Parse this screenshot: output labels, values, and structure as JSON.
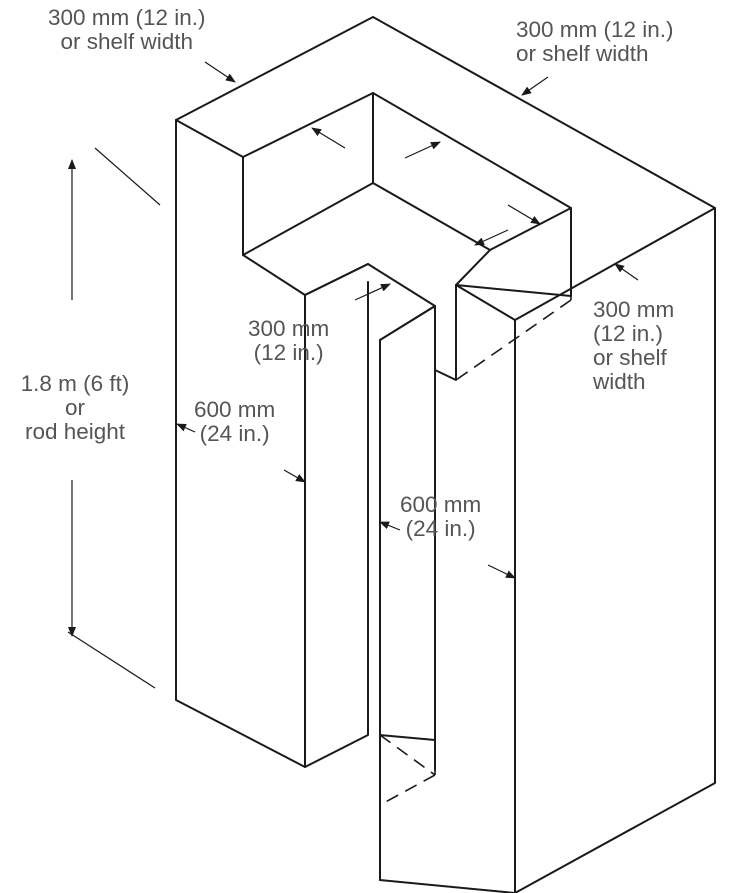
{
  "labels": {
    "top_left_width": [
      "300 mm (12 in.)",
      "or shelf width"
    ],
    "top_right_width": [
      "300 mm (12 in.)",
      "or shelf width"
    ],
    "right_depth": [
      "300 mm",
      "(12 in.)",
      "or shelf",
      "width"
    ],
    "inner_depth": [
      "300 mm",
      "(12 in.)"
    ],
    "height": [
      "1.8 m (6 ft)",
      "or",
      "rod height"
    ],
    "left_leg_width": [
      "600 mm",
      "(24 in.)"
    ],
    "right_leg_width": [
      "600 mm",
      "(24 in.)"
    ]
  },
  "colors": {
    "line": "#1a1a1a",
    "text": "#555555",
    "background": "#ffffff"
  }
}
